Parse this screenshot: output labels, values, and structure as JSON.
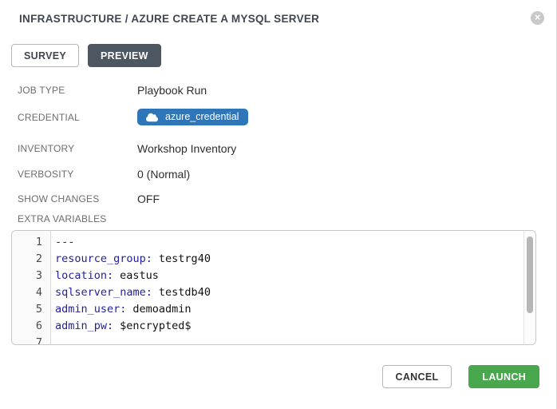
{
  "modal": {
    "title": "INFRASTRUCTURE / AZURE CREATE A MYSQL SERVER"
  },
  "tabs": {
    "survey": "SURVEY",
    "preview": "PREVIEW"
  },
  "details": [
    {
      "label": "JOB TYPE",
      "value": "Playbook Run"
    },
    {
      "label": "CREDENTIAL",
      "value": "azure_credential"
    },
    {
      "label": "INVENTORY",
      "value": "Workshop Inventory"
    },
    {
      "label": "VERBOSITY",
      "value": "0 (Normal)"
    },
    {
      "label": "SHOW CHANGES",
      "value": "OFF"
    }
  ],
  "extra_variables": {
    "label": "EXTRA VARIABLES",
    "lines": [
      {
        "num": "1",
        "key": "---",
        "value": ""
      },
      {
        "num": "2",
        "key": "resource_group:",
        "value": "testrg40"
      },
      {
        "num": "3",
        "key": "location:",
        "value": "eastus"
      },
      {
        "num": "4",
        "key": "sqlserver_name:",
        "value": "testdb40"
      },
      {
        "num": "5",
        "key": "admin_user:",
        "value": "demoadmin"
      },
      {
        "num": "6",
        "key": "admin_pw:",
        "value": "$encrypted$"
      },
      {
        "num": "7",
        "key": "",
        "value": ""
      }
    ]
  },
  "footer": {
    "cancel": "CANCEL",
    "launch": "LAUNCH"
  },
  "icons": {
    "close": "times-circle-icon",
    "credential": "cloud-icon"
  },
  "colors": {
    "badge_blue": "#2e76b8",
    "launch_green": "#49a74d",
    "tab_active_bg": "#4d5761",
    "yaml_key_navy": "#221f9e"
  }
}
